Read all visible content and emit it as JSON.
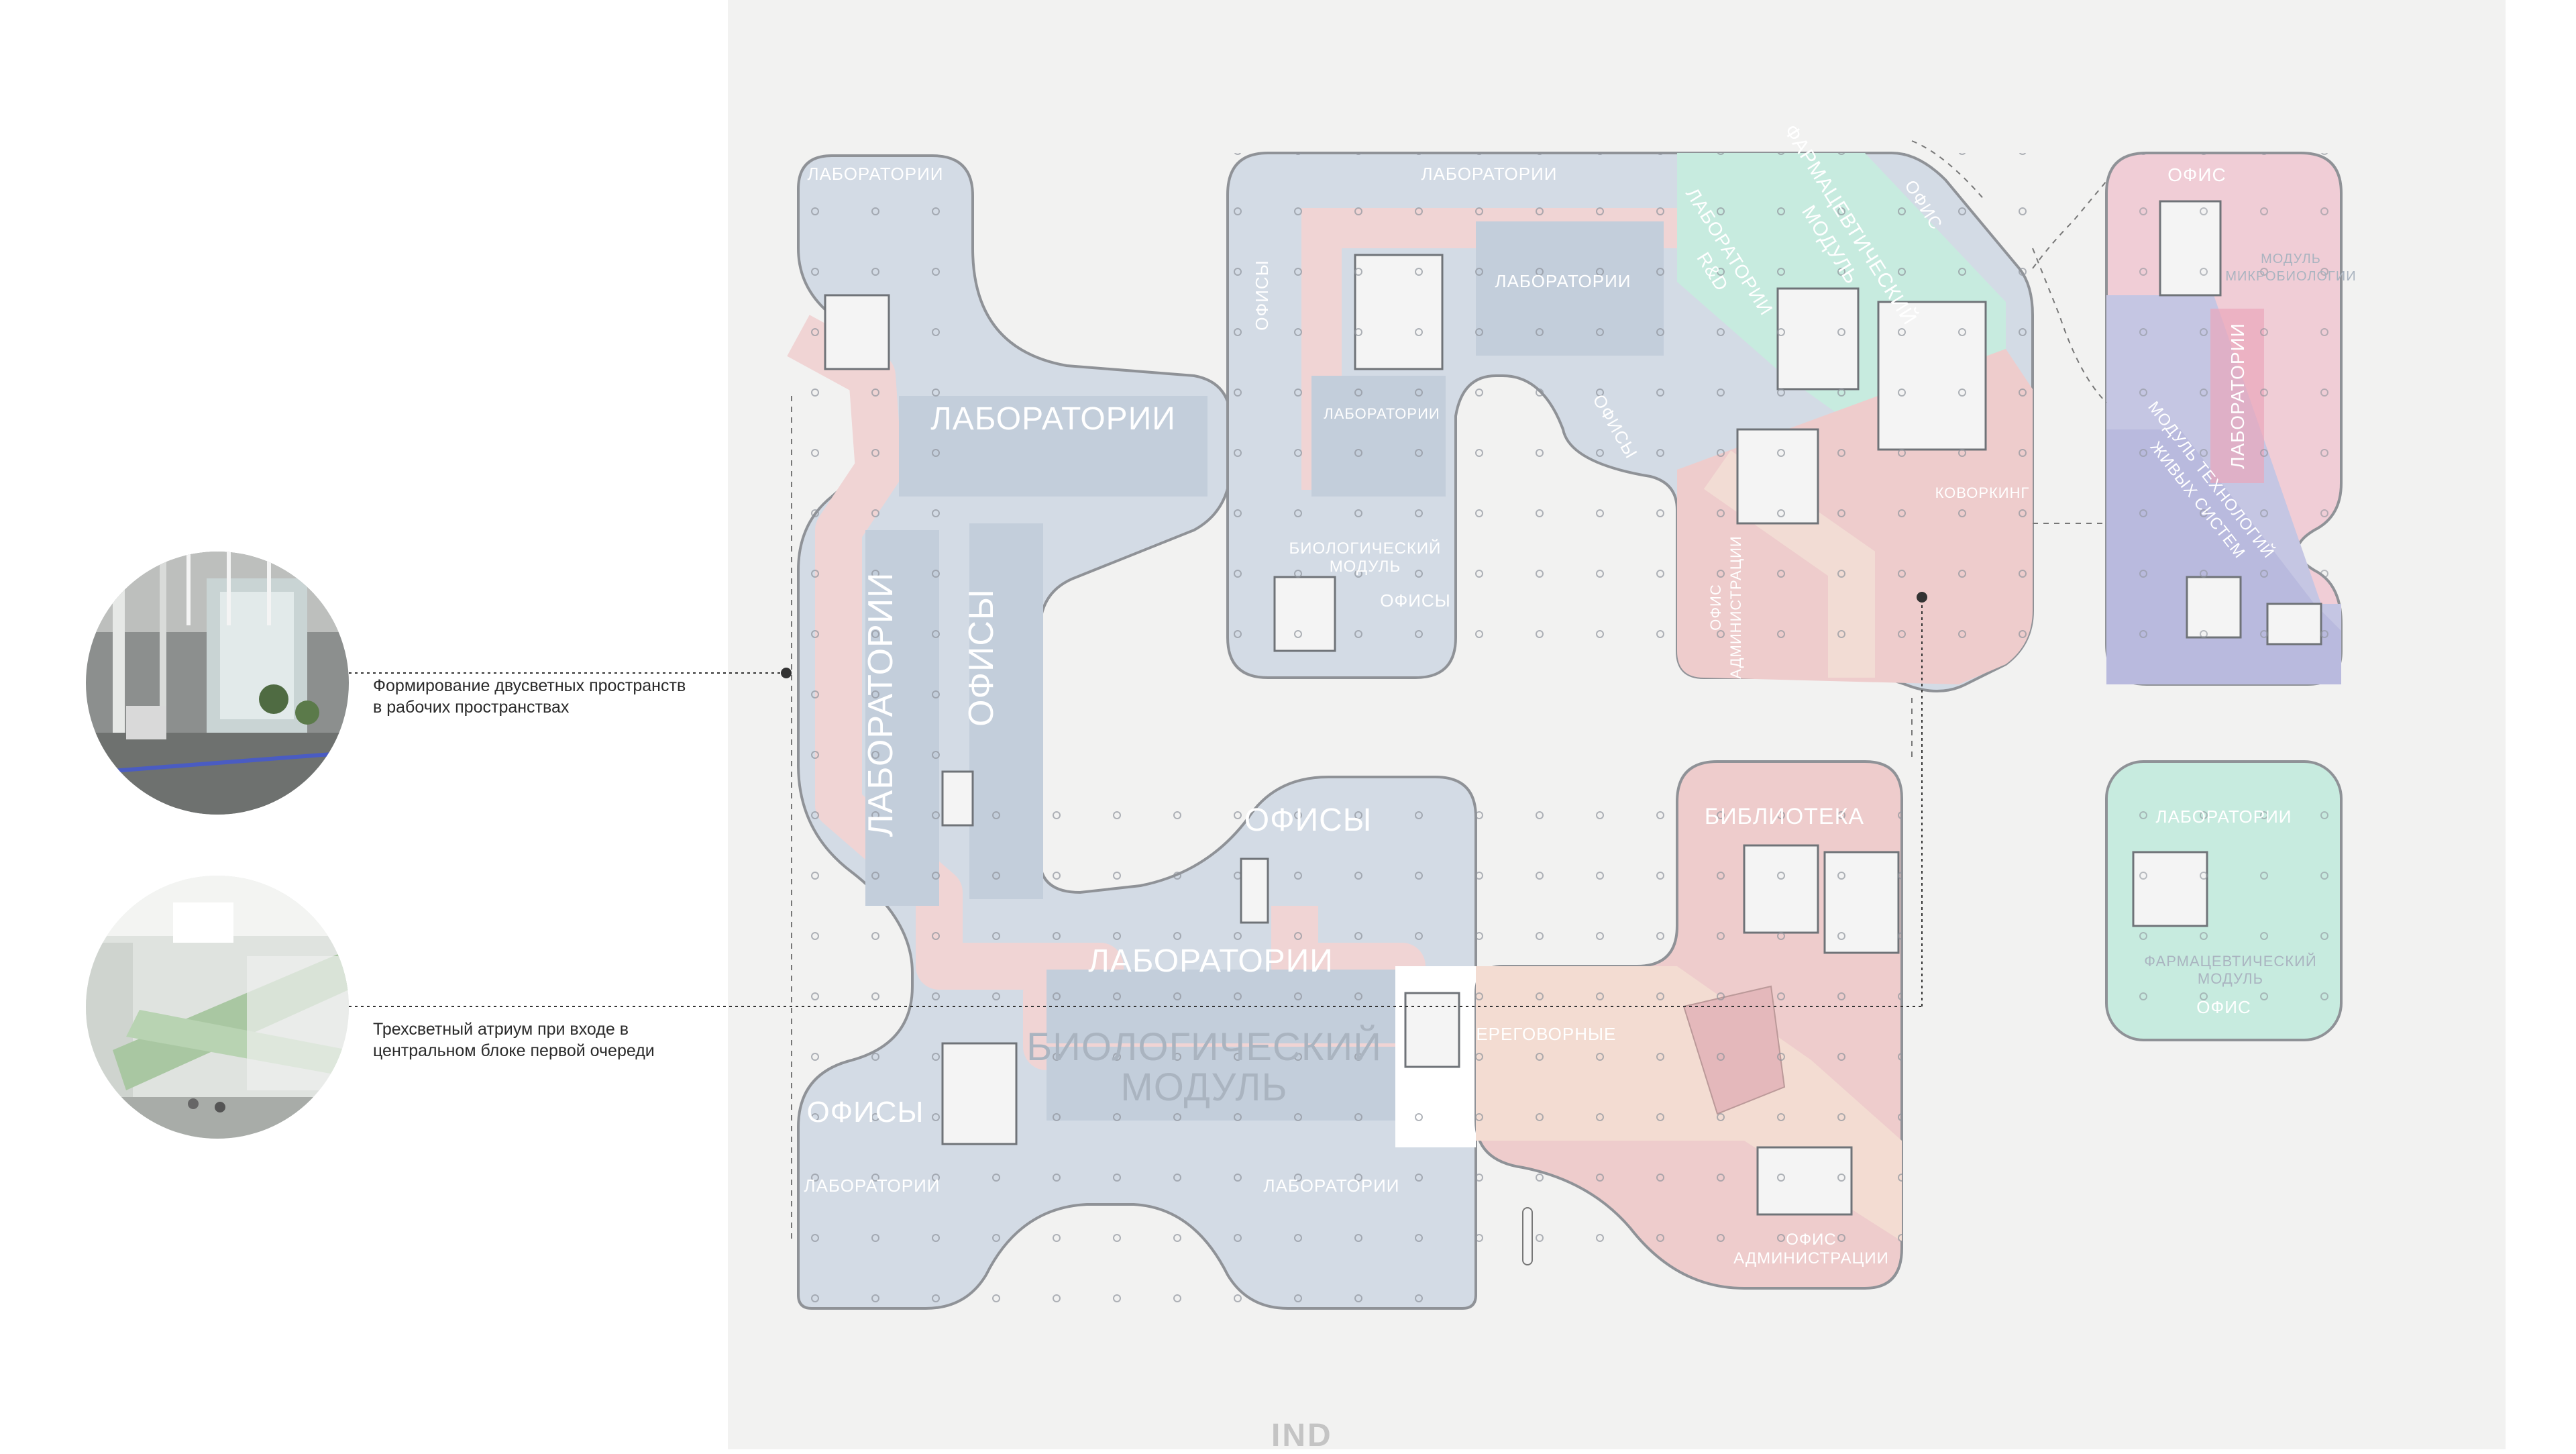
{
  "colors": {
    "board": "#f2f2f1",
    "lab_office_blue": "#d3dbe5",
    "corridor_pink": "#f2d6d6",
    "admin_red": "#eecccc",
    "pharma_green": "#c7ebdf",
    "living_purple": "#c5c6e3",
    "outline": "#8f9297",
    "leader_line": "#333333"
  },
  "annotations": [
    {
      "line1": "Формирование двусветных пространств",
      "line2": "в рабочих пространствах"
    },
    {
      "line1": "Трехсветный атриум при входе в",
      "line2": "центральном блоке первой очереди"
    }
  ],
  "labels": {
    "labs": "ЛАБОРАТОРИИ",
    "offices": "ОФИСЫ",
    "bio_module": "БИОЛОГИЧЕСКИЙ МОДУЛЬ",
    "bio_line1": "БИОЛОГИЧЕСКИЙ",
    "bio_line2": "МОДУЛЬ",
    "library": "БИБЛИОТЕКА",
    "meeting": "ПЕРЕГОВОРНЫЕ",
    "admin_line1": "ОФИС",
    "admin_line2": "АДМИНИСТРАЦИИ",
    "coworking": "КОВОРКИНГ",
    "pharma_line1": "ФАРМАЦЕВТИЧЕСКИЙ",
    "pharma_line2": "МОДУЛЬ",
    "office": "ОФИС",
    "rnd_line1": "ЛАБОРАТОРИИ",
    "rnd_line2": "R&D",
    "microbio_line1": "МОДУЛЬ",
    "microbio_line2": "МИКРОБИОЛОГИИ",
    "living_line1": "МОДУЛЬ ТЕХНОЛОГИЙ",
    "living_line2": "ЖИВЫХ СИСТЕМ"
  },
  "brand": "IND"
}
